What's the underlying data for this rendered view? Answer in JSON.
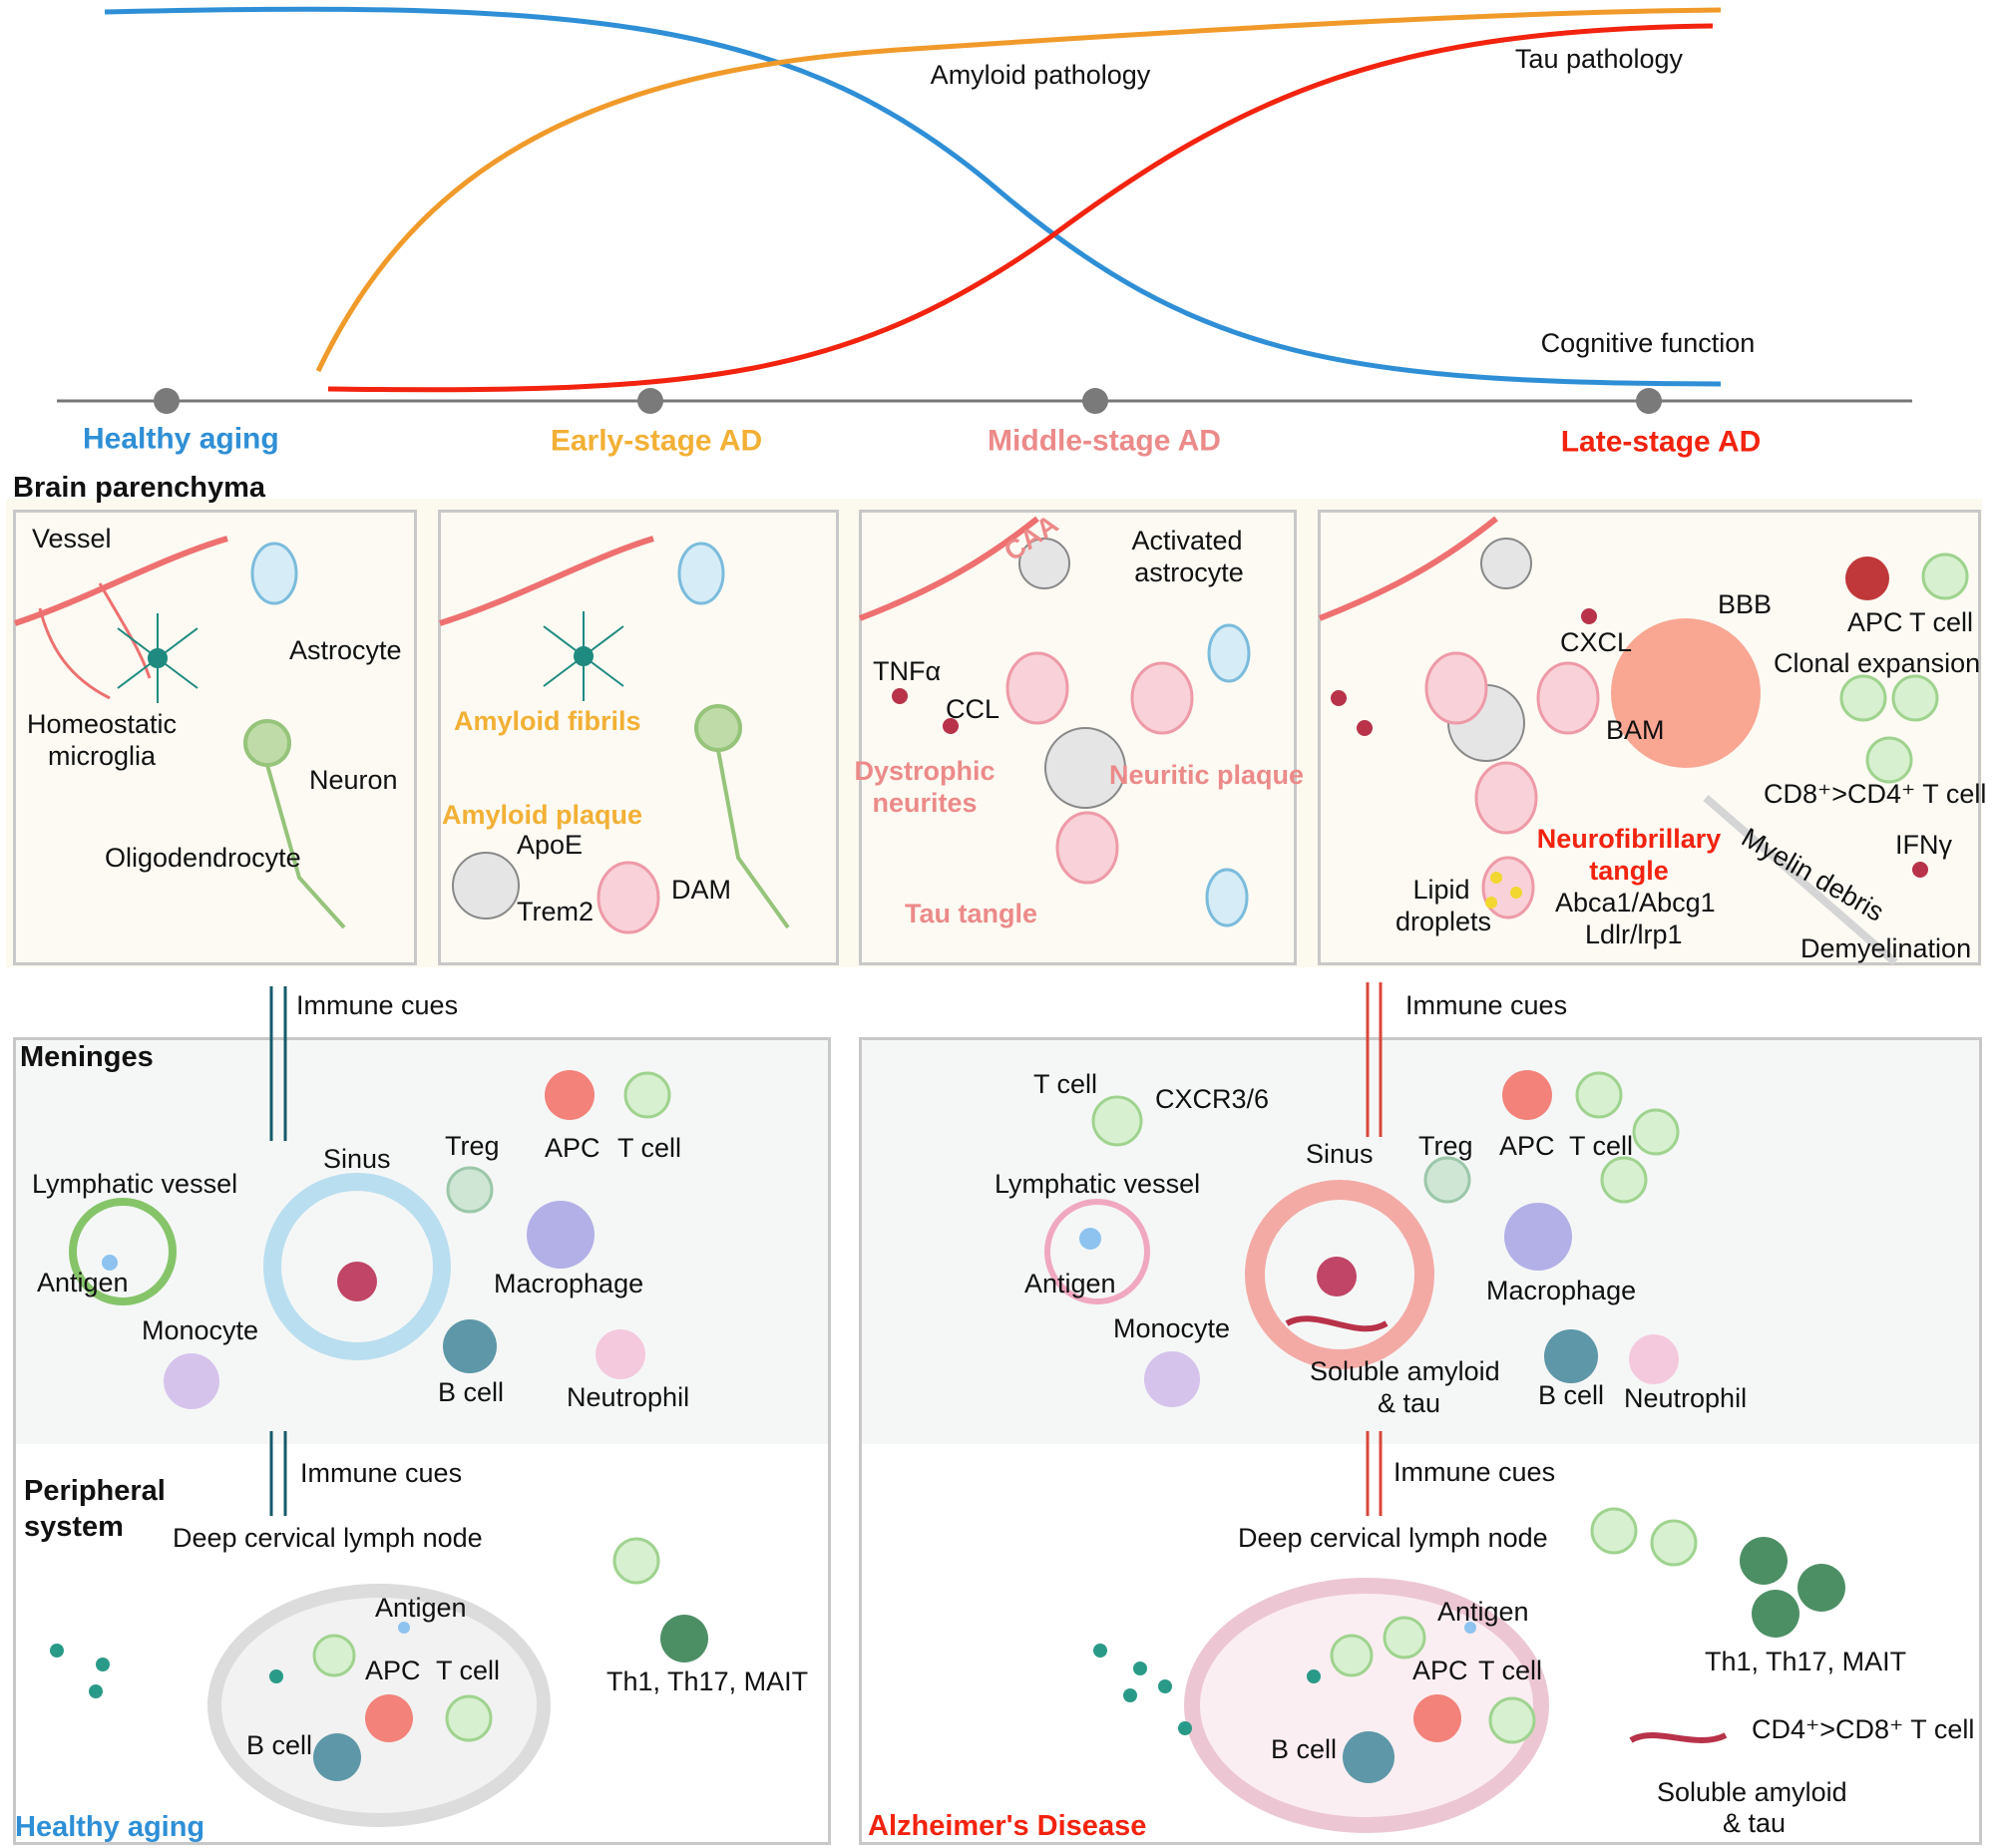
{
  "timeline": {
    "curves": [
      {
        "label": "Amyloid pathology",
        "color": "#f09a2a"
      },
      {
        "label": "Tau pathology",
        "color": "#f2230f"
      },
      {
        "label": "Cognitive function",
        "color": "#2e8fd6"
      }
    ],
    "stages": [
      {
        "label": "Healthy aging",
        "color": "#2e8fd6"
      },
      {
        "label": "Early-stage AD",
        "color": "#f2b035"
      },
      {
        "label": "Middle-stage AD",
        "color": "#ec8a8a"
      },
      {
        "label": "Late-stage AD",
        "color": "#f2230f"
      }
    ]
  },
  "brain": {
    "title": "Brain parenchyma",
    "panel1": {
      "vessel": "Vessel",
      "astrocyte": "Astrocyte",
      "microglia_1": "Homeostatic",
      "microglia_2": "microglia",
      "neuron": "Neuron",
      "oligodendrocyte": "Oligodendrocyte"
    },
    "panel2": {
      "fibrils": "Amyloid fibrils",
      "plaque": "Amyloid plaque",
      "apoe": "ApoE",
      "trem2": "Trem2",
      "dam": "DAM"
    },
    "panel3": {
      "caa": "CAA",
      "astro_1": "Activated",
      "astro_2": "astrocyte",
      "tnfa": "TNFα",
      "ccl": "CCL",
      "dystrophic_1": "Dystrophic",
      "dystrophic_2": "neurites",
      "neuritic": "Neuritic plaque",
      "tau": "Tau tangle"
    },
    "panel4": {
      "cxcl": "CXCL",
      "bbb": "BBB",
      "bam": "BAM",
      "apc": "APC",
      "tcell": "T cell",
      "clonal": "Clonal expansion",
      "cd8": "CD8⁺>CD4⁺ T cell",
      "ifng": "IFNγ",
      "nft_1": "Neurofibrillary",
      "nft_2": "tangle",
      "myelin": "Myelin debris",
      "lipid_1": "Lipid",
      "lipid_2": "droplets",
      "abca": "Abca1/Abcg1",
      "ldlr": "Ldlr/lrp1",
      "demyelination": "Demyelination"
    }
  },
  "immune_cues": "Immune cues",
  "healthy": {
    "meninges_title": "Meninges",
    "sinus": "Sinus",
    "treg": "Treg",
    "apc": "APC",
    "tcell": "T cell",
    "lymphatic": "Lymphatic vessel",
    "antigen": "Antigen",
    "macrophage": "Macrophage",
    "monocyte": "Monocyte",
    "bcell": "B cell",
    "neutrophil": "Neutrophil",
    "peripheral_1": "Peripheral",
    "peripheral_2": "system",
    "lymph_node": "Deep cervical lymph node",
    "ln_antigen": "Antigen",
    "ln_apc": "APC",
    "ln_tcell": "T cell",
    "ln_bcell": "B cell",
    "th": "Th1, Th17, MAIT",
    "footer": "Healthy aging"
  },
  "ad": {
    "tcell": "T cell",
    "cxcr": "CXCR3/6",
    "sinus": "Sinus",
    "treg": "Treg",
    "apc": "APC",
    "tcell2": "T cell",
    "lymphatic": "Lymphatic vessel",
    "antigen": "Antigen",
    "macrophage": "Macrophage",
    "monocyte": "Monocyte",
    "soluble_1": "Soluble amyloid",
    "soluble_2": "& tau",
    "bcell": "B cell",
    "neutrophil": "Neutrophil",
    "lymph_node": "Deep cervical lymph node",
    "ln_antigen": "Antigen",
    "ln_apc": "APC",
    "ln_tcell": "T cell",
    "ln_bcell": "B cell",
    "th": "Th1, Th17, MAIT",
    "cd4": "CD4⁺>CD8⁺ T cell",
    "ln_soluble_1": "Soluble amyloid",
    "ln_soluble_2": "& tau",
    "footer": "Alzheimer's Disease"
  }
}
